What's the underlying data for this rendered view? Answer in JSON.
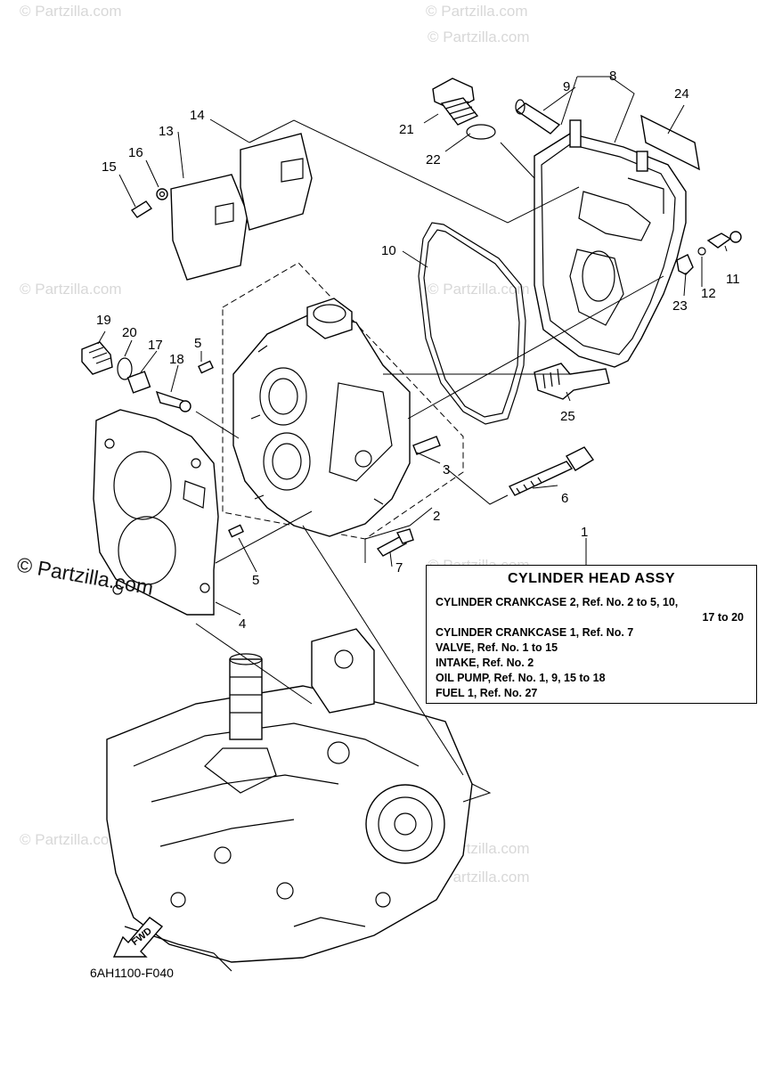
{
  "watermarks": [
    "© Partzilla.com",
    "© Partzilla.com",
    "© Partzilla.com",
    "© Partzilla.com",
    "© Partzilla.com",
    "© Partzilla.com",
    "© Partzilla.com",
    "© Partzilla.com",
    "© Partzilla.com"
  ],
  "main_watermark": "© Partzilla.com",
  "drawing_code": "6AH1100-F040",
  "fwd_label": "FWD",
  "callouts": {
    "c1": "1",
    "c2": "2",
    "c3": "3",
    "c4": "4",
    "c5a": "5",
    "c5b": "5",
    "c6": "6",
    "c7": "7",
    "c8": "8",
    "c9": "9",
    "c10": "10",
    "c11": "11",
    "c12": "12",
    "c13": "13",
    "c14": "14",
    "c15": "15",
    "c16": "16",
    "c17": "17",
    "c18": "18",
    "c19": "19",
    "c20": "20",
    "c21": "21",
    "c22": "22",
    "c23": "23",
    "c24": "24",
    "c25": "25"
  },
  "info_box": {
    "title": "CYLINDER HEAD ASSY",
    "rows": [
      "CYLINDER CRANKCASE 2,  Ref. No. 2 to 5, 10,",
      "17 to 20",
      "CYLINDER CRANKCASE 1,  Ref. No. 7",
      "VALVE,  Ref. No. 1 to 15",
      "INTAKE,  Ref. No. 2",
      "OIL PUMP,  Ref. No. 1, 9, 15 to 18",
      "FUEL 1,  Ref. No. 27"
    ]
  }
}
